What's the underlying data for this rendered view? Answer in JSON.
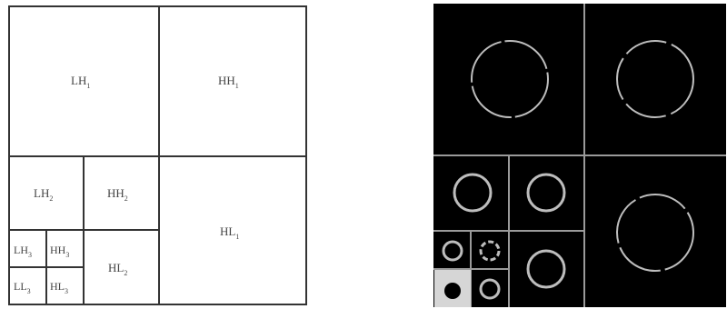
{
  "left_diagram": {
    "subbands": [
      {
        "id": "lh1",
        "base": "LH",
        "sub": "1"
      },
      {
        "id": "hh1",
        "base": "HH",
        "sub": "1"
      },
      {
        "id": "hl1",
        "base": "HL",
        "sub": "1"
      },
      {
        "id": "lh2",
        "base": "LH",
        "sub": "2"
      },
      {
        "id": "hh2",
        "base": "HH",
        "sub": "2"
      },
      {
        "id": "hl2",
        "base": "HL",
        "sub": "2"
      },
      {
        "id": "lh3",
        "base": "LH",
        "sub": "3"
      },
      {
        "id": "hh3",
        "base": "HH",
        "sub": "3"
      },
      {
        "id": "ll3",
        "base": "LL",
        "sub": "3"
      },
      {
        "id": "hl3",
        "base": "HL",
        "sub": "3"
      }
    ]
  },
  "right_image": {
    "background_color": "#000000",
    "ring_color": "#bdbdbd",
    "ll_background_color": "#d6d6d6",
    "ll_disk_color": "#000000"
  },
  "colors": {
    "line": "#333333",
    "text": "#444444"
  }
}
